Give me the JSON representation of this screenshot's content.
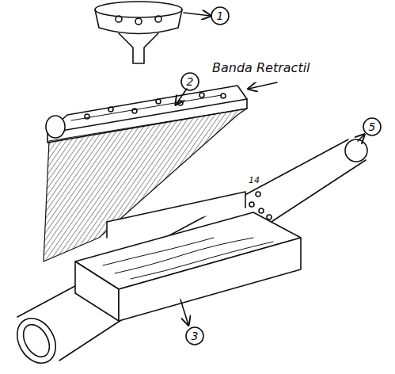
{
  "diagram": {
    "labels": [
      "1",
      "2",
      "Banda Retractil",
      "14",
      "5",
      "3"
    ]
  }
}
